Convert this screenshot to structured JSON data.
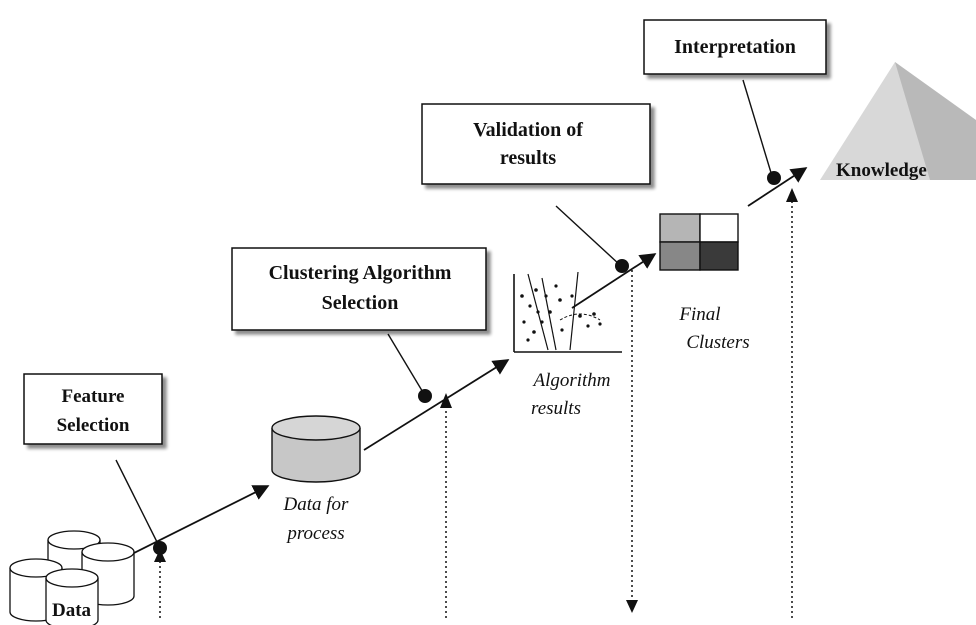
{
  "steps": {
    "feature_selection": [
      "Feature",
      "Selection"
    ],
    "clustering_algorithm_selection": [
      "Clustering Algorithm",
      "Selection"
    ],
    "validation_of_results": [
      "Validation of",
      "results"
    ],
    "interpretation": [
      "Interpretation"
    ]
  },
  "stages": {
    "data": "Data",
    "data_for_process": [
      "Data for",
      "process"
    ],
    "algorithm_results": [
      "Algorithm",
      "results"
    ],
    "final_clusters": [
      "Final",
      "Clusters"
    ],
    "knowledge": "Knowledge"
  },
  "colors": {
    "line": "#111111",
    "cylinder_fill": "#c7c7c7",
    "pyramid_light": "#dcdcdc",
    "pyramid_dark": "#b4b4b4",
    "cluster_light": "#b7b7b7",
    "cluster_mid": "#8a8a8a",
    "cluster_dark": "#3c3c3c"
  }
}
